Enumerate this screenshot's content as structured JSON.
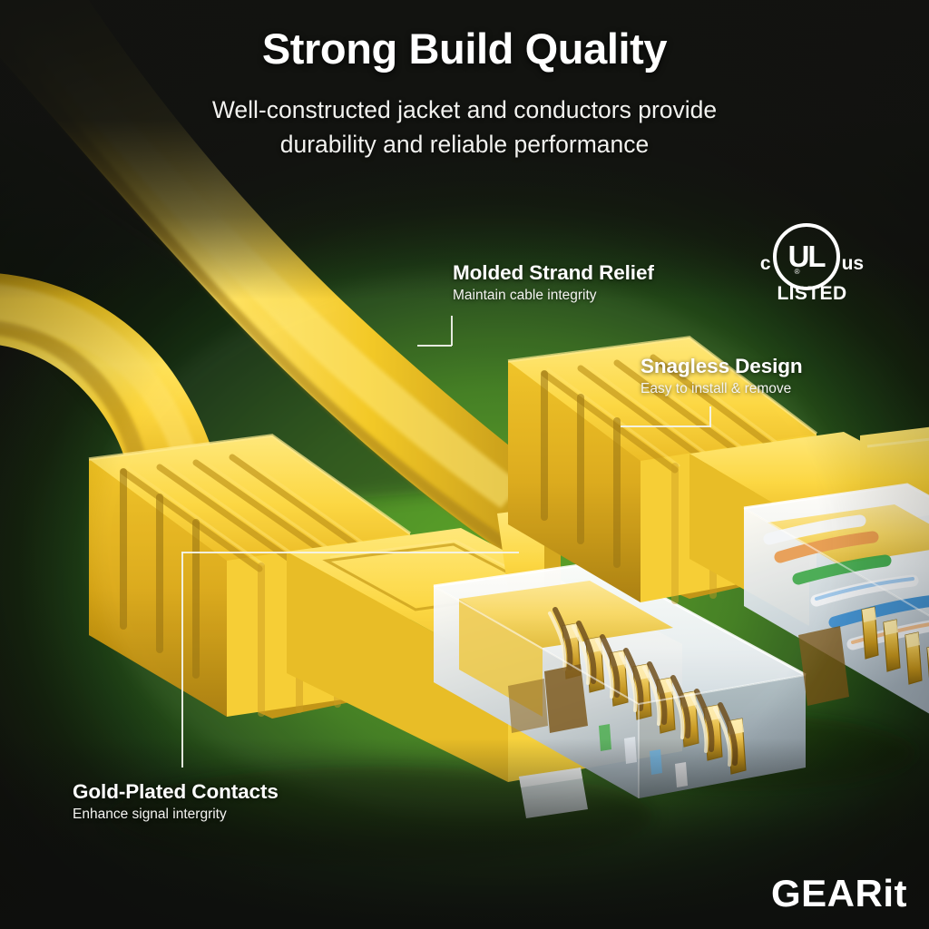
{
  "headline": "Strong Build Quality",
  "subheadline": {
    "line1": "Well-constructed jacket and conductors provide",
    "line2": "durability and reliable performance"
  },
  "callouts": [
    {
      "id": "molded-strand-relief",
      "title": "Molded Strand Relief",
      "subtitle": "Maintain cable integrity"
    },
    {
      "id": "snagless-design",
      "title": "Snagless Design",
      "subtitle": "Easy to install & remove"
    },
    {
      "id": "gold-plated-contacts",
      "title": "Gold-Plated Contacts",
      "subtitle": "Enhance signal intergrity"
    }
  ],
  "certification": {
    "left_mark": "c",
    "center_mark": "UL",
    "registered_mark": "®",
    "right_mark": "us",
    "status": "LISTED"
  },
  "brand": {
    "upper": "GEAR",
    "lower": "it"
  },
  "colors": {
    "background_dark": "#151611",
    "glow_green": "#57a11f",
    "cable_yellow": "#f7cf2c",
    "cable_yellow_shadow": "#c79f12",
    "cable_yellow_highlight": "#ffe77a",
    "text_white": "#ffffff",
    "gold_contact": "#d8a626",
    "connector_clear": "#e9edf2"
  },
  "product": {
    "type": "RJ45 Ethernet patch cable",
    "connector_count": 2,
    "contact_pins": 8
  }
}
